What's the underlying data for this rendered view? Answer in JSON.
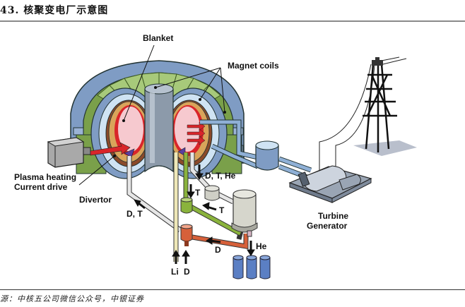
{
  "figure": {
    "title": "43. 核聚变电厂示意图",
    "source": "源：中核五公司微信公众号，中银证券"
  },
  "labels": {
    "blanket": "Blanket",
    "magnet_coils": "Magnet coils",
    "plasma_heating_line1": "Plasma heating",
    "plasma_heating_line2": "Current drive",
    "divertor": "Divertor",
    "dt_left": "D, T",
    "dt_he": "D, T, He",
    "t_down": "T",
    "t_return": "T",
    "d_return": "D",
    "he_out": "He",
    "li_in": "Li",
    "d_in": "D",
    "turbine_line1": "Turbine",
    "turbine_line2": "Generator"
  },
  "colors": {
    "shield_blue": "#7f9cc4",
    "coil_green": "#7aa04a",
    "plasma_pink": "#f6c9cf",
    "plasma_edge_red": "#d9252a",
    "blanket_tan": "#d9a45a",
    "blanket_brown": "#8b4a2a",
    "inner_blue": "#cfe3f3",
    "pipe_blue": "#8fb0d6",
    "tritium_green": "#8ab33c",
    "deuterium_orange": "#d6603a",
    "lithium_cream": "#efe8b8"
  }
}
